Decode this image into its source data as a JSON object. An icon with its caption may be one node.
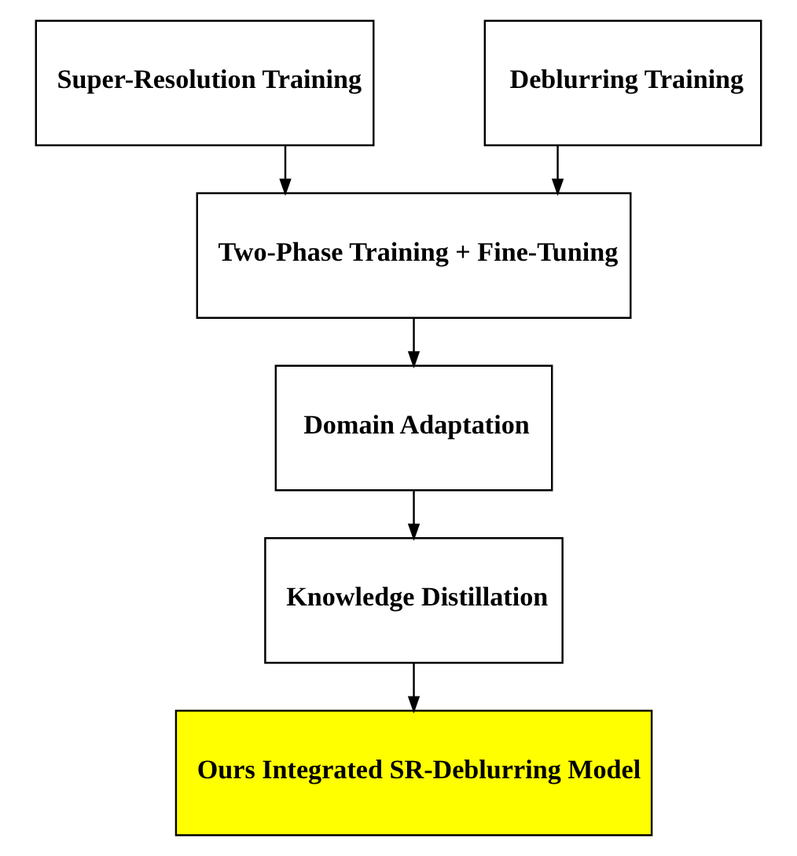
{
  "diagram": {
    "nodes": [
      {
        "text": [
          "Super-Resolution Training"
        ]
      },
      {
        "text": [
          "Deblurring Training"
        ]
      },
      {
        "text": [
          "Two-Phase Training + Fine-Tuning"
        ]
      },
      {
        "text": [
          "Domain Adaptation"
        ]
      },
      {
        "text": [
          "Knowledge Distillation"
        ]
      },
      {
        "text": [
          "Ours Integrated SR-Deblurring Model"
        ]
      }
    ],
    "edges": [
      {
        "from": 0,
        "to": 2,
        "arrow": "to"
      },
      {
        "from": 1,
        "to": 2,
        "arrow": "to"
      },
      {
        "from": 2,
        "to": 3,
        "arrow": "to"
      },
      {
        "from": 3,
        "to": 4,
        "arrow": "to"
      },
      {
        "from": 4,
        "to": 5,
        "arrow": "to"
      }
    ]
  }
}
